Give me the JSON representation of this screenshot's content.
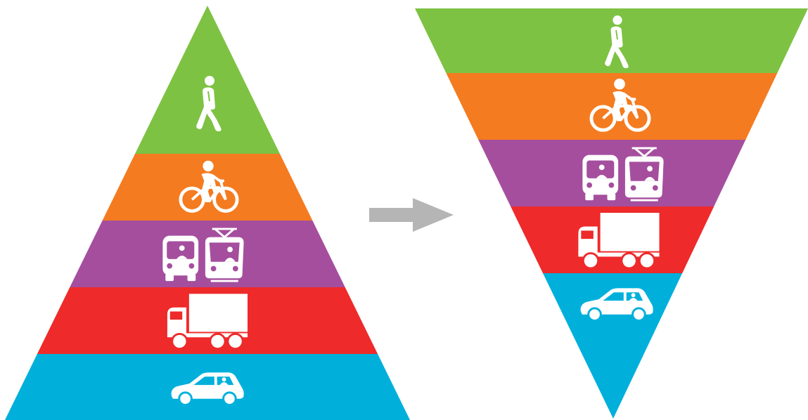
{
  "pyramid": {
    "tiers": [
      {
        "mode": "walking",
        "color": "#7DC242",
        "icon": "pedestrian-icon"
      },
      {
        "mode": "cycling",
        "color": "#F47B20",
        "icon": "bicycle-icon"
      },
      {
        "mode": "public-transport",
        "color": "#A54E9E",
        "icon": "bus-tram-icon"
      },
      {
        "mode": "freight",
        "color": "#EE2A2A",
        "icon": "truck-icon"
      },
      {
        "mode": "private-car",
        "color": "#00B0DB",
        "icon": "car-icon"
      }
    ]
  },
  "inverted_pyramid": {
    "tiers": [
      {
        "mode": "walking",
        "color": "#7DC242",
        "icon": "pedestrian-icon"
      },
      {
        "mode": "cycling",
        "color": "#F47B20",
        "icon": "bicycle-icon"
      },
      {
        "mode": "public-transport",
        "color": "#A54E9E",
        "icon": "bus-tram-icon"
      },
      {
        "mode": "freight",
        "color": "#EE2A2A",
        "icon": "truck-icon"
      },
      {
        "mode": "private-car",
        "color": "#00B0DB",
        "icon": "car-icon"
      }
    ]
  },
  "arrow": {
    "color": "#B5B5B5",
    "icon": "arrow-right-icon"
  }
}
